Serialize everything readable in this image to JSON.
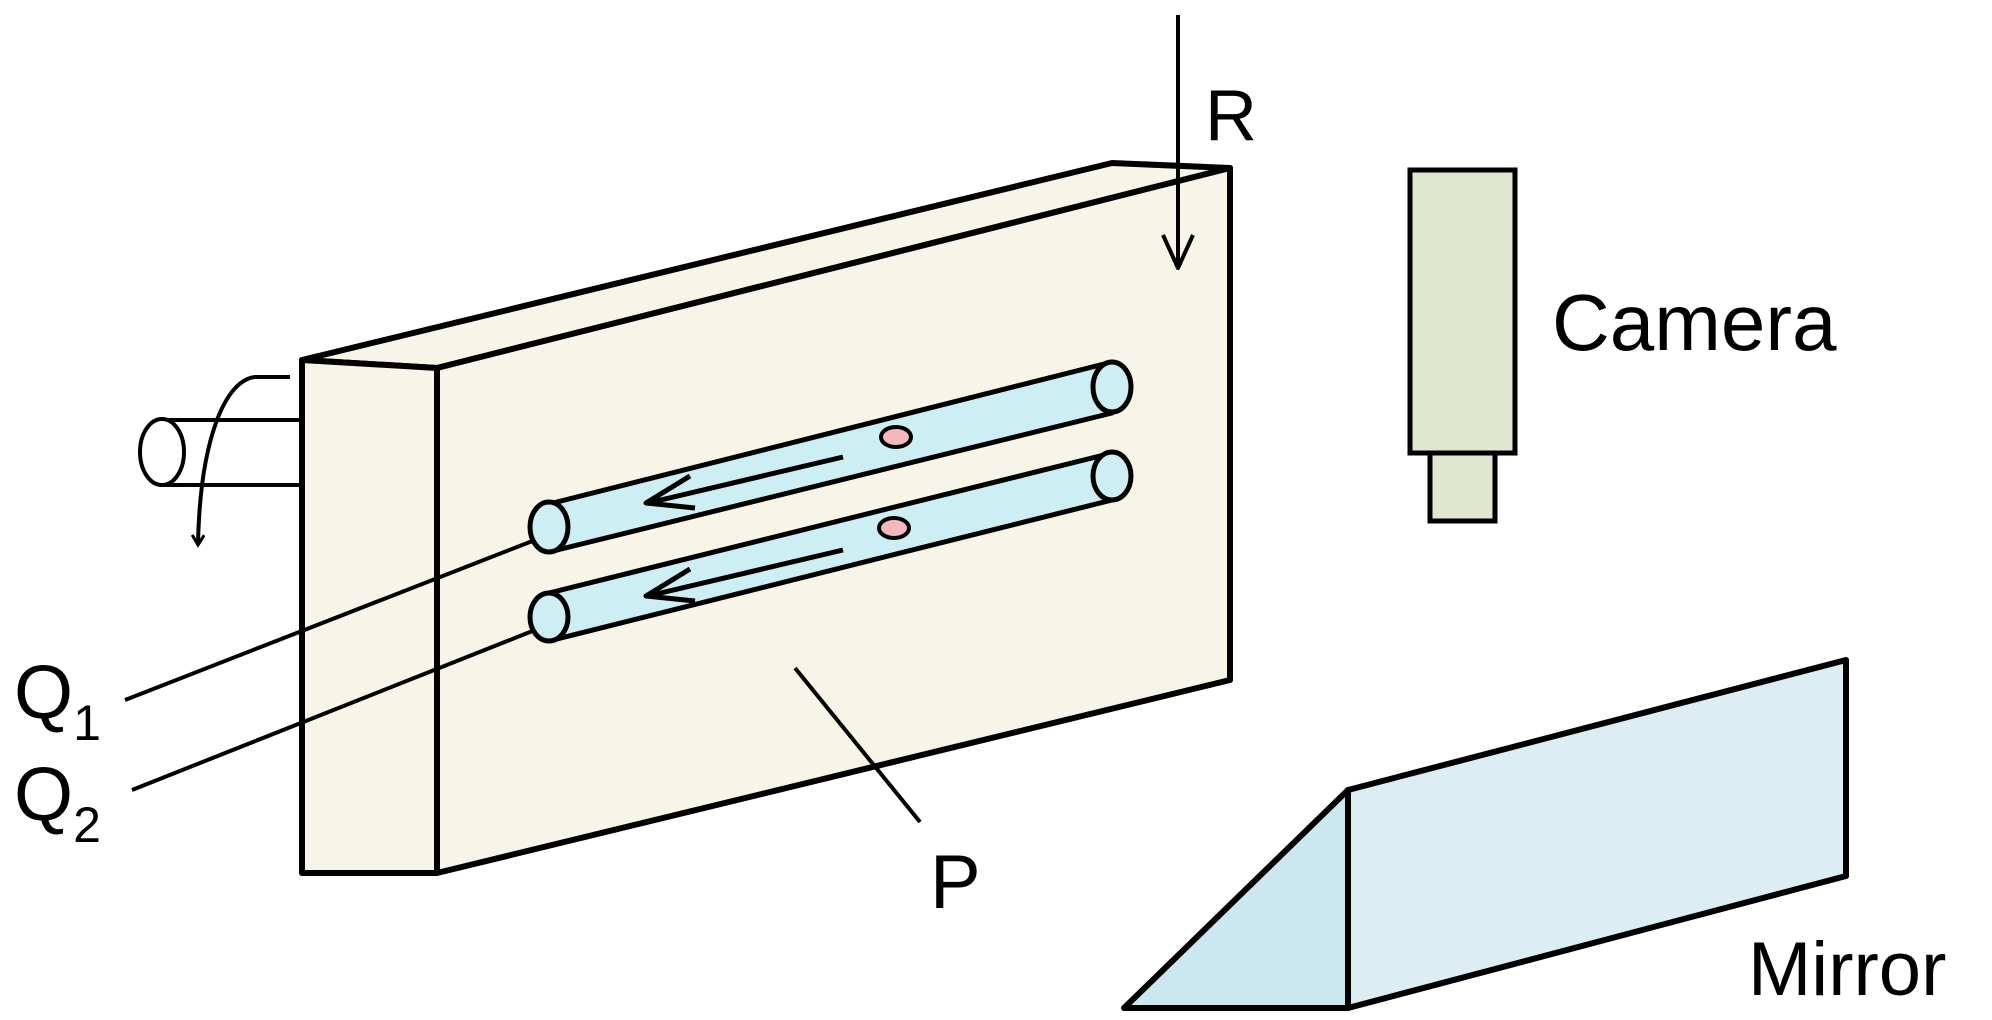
{
  "labels": {
    "r": "R",
    "camera": "Camera",
    "q1": {
      "letter": "Q",
      "sub": "1"
    },
    "q2": {
      "letter": "Q",
      "sub": "2"
    },
    "p": "P",
    "mirror": "Mirror"
  },
  "colors": {
    "plate": "#f7f5e8",
    "tube": "#cdeef2",
    "particle": "#f2b8be",
    "camera_body": "#dfe8cf",
    "mirror": "#dcedf4",
    "mirror_end": "#cbe7f0",
    "outline": "#000000"
  }
}
